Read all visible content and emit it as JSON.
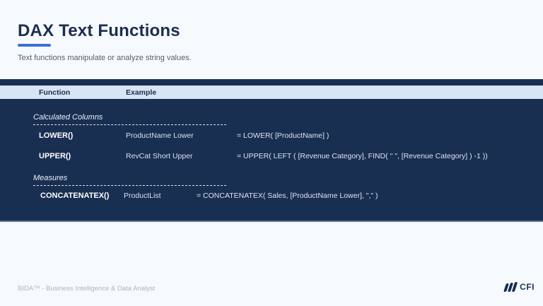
{
  "header": {
    "title": "DAX Text Functions",
    "subtitle": "Text functions manipulate or analyze string values."
  },
  "table": {
    "columns": {
      "function": "Function",
      "example": "Example"
    },
    "sections": [
      {
        "label": "Calculated Columns",
        "rows": [
          {
            "function": "LOWER()",
            "example": "ProductName Lower",
            "formula": "= LOWER( [ProductName] )"
          },
          {
            "function": "UPPER()",
            "example": "RevCat Short Upper",
            "formula": "= UPPER( LEFT ( [Revenue Category], FIND( \" \", [Revenue Category] ) -1 ))"
          }
        ]
      },
      {
        "label": "Measures",
        "rows": [
          {
            "function": "CONCATENATEX()",
            "example": "ProductList",
            "formula": "= CONCATENATEX( Sales, [ProductName Lower], \",\" )"
          }
        ]
      }
    ]
  },
  "footer": {
    "text": "BIDA™ - Business Intelligence & Data Analyst",
    "logo_text": "CFI"
  },
  "colors": {
    "navy": "#182f52",
    "header_row_blue": "#d9e4f4",
    "accent_blue": "#3a6fd8",
    "background": "#f7fafc"
  }
}
